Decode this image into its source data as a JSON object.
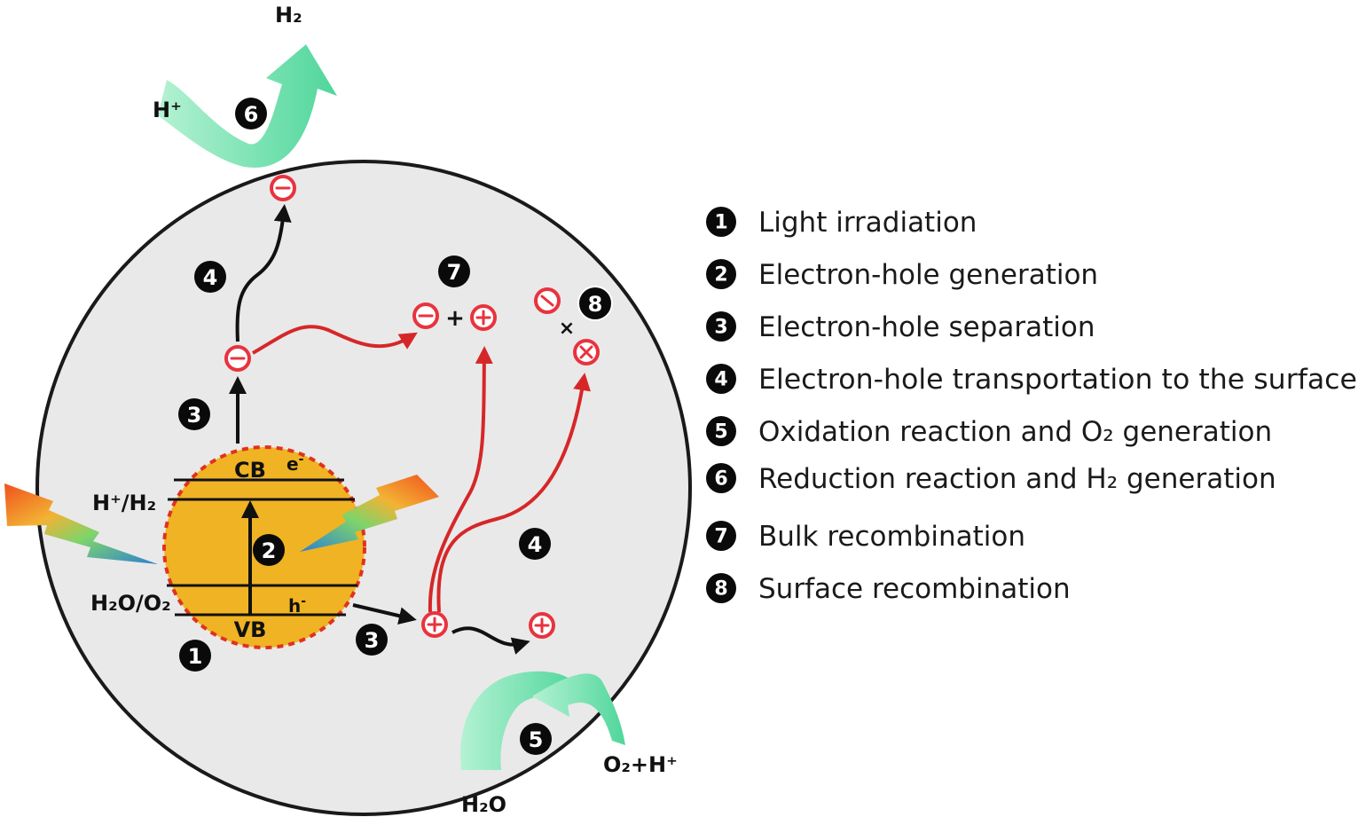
{
  "diagram": {
    "steps": {
      "1": "1",
      "2": "2",
      "3": "3",
      "4": "4",
      "5": "5",
      "6": "6",
      "7": "7",
      "8": "8"
    },
    "core": {
      "cb": "CB",
      "vb": "VB",
      "electron": "e",
      "electron_sup": "-",
      "hole": "h",
      "hole_sup": "-",
      "redox_top": "H⁺/H₂",
      "redox_bottom": "H₂O/O₂"
    },
    "reactions": {
      "h_plus": "H⁺",
      "h2": "H₂",
      "h2o": "H₂O",
      "o2_h_plus": "O₂+H⁺"
    },
    "symbols": {
      "plus": "+",
      "times": "×"
    }
  },
  "legend": [
    {
      "num": "1",
      "label": "Light irradiation"
    },
    {
      "num": "2",
      "label": "Electron-hole generation"
    },
    {
      "num": "3",
      "label": "Electron-hole separation"
    },
    {
      "num": "4",
      "label": "Electron-hole transportation to the surface"
    },
    {
      "num": "5",
      "label": "Oxidation reaction and O₂ generation"
    },
    {
      "num": "6",
      "label": "Reduction reaction and H₂ generation"
    },
    {
      "num": "7",
      "label": "Bulk recombination"
    },
    {
      "num": "8",
      "label": "Surface recombination"
    }
  ],
  "colors": {
    "particle_fill": "#e9e9e9",
    "core_fill": "#f0b323",
    "core_border": "#e0321e",
    "carrier_red": "#e8333e",
    "arrow_red": "#d62728",
    "arrow_black": "#111111",
    "reaction_green": "#5fd6a0",
    "badge_black": "#0a0a0a"
  },
  "icons": {
    "lightning": "lightning-bolt-icon",
    "electron": "electron-minus-icon",
    "hole": "hole-plus-icon"
  }
}
